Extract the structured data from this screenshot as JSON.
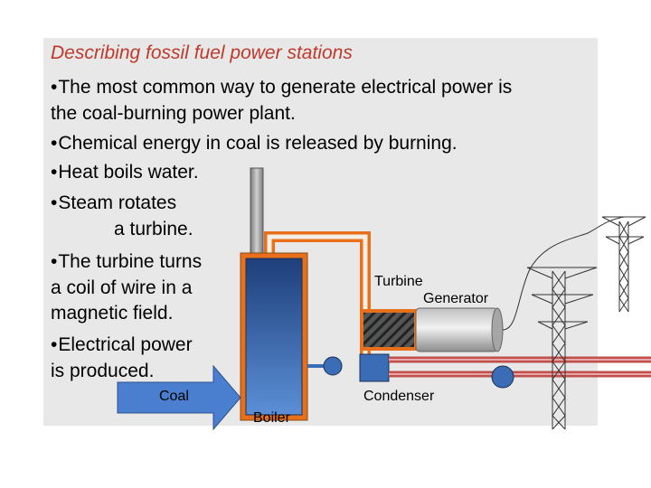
{
  "heading": "Describing fossil fuel power stations",
  "bullet_glyph": "•",
  "bullets": [
    {
      "lines": [
        "The most common way to generate electrical power is",
        "the coal-burning power plant."
      ]
    },
    {
      "lines": [
        "Chemical energy in coal is released by burning."
      ]
    },
    {
      "lines": [
        "Heat boils water."
      ]
    },
    {
      "lines": [
        "Steam rotates",
        "a turbine."
      ]
    },
    {
      "lines": [
        "The turbine turns",
        "a coil of wire in a",
        "magnetic field."
      ]
    },
    {
      "lines": [
        "Electrical power",
        "is produced."
      ]
    }
  ],
  "labels": {
    "coal": "Coal",
    "boiler": "Boiler",
    "turbine": "Turbine",
    "generator": "Generator",
    "condenser": "Condenser"
  },
  "colors": {
    "title": "#c0392b",
    "panel": "#e8e8e8",
    "boiler_fill": "#3a6db5",
    "steam_pipe": "#e8701a",
    "coal_arrow": "#4a7fd0",
    "condenser_pipe": "#c0504d",
    "pump": "#3a6db5",
    "tower": "#333333"
  },
  "icons": [
    "coal-arrow-icon",
    "boiler-icon",
    "smokestack-icon",
    "turbine-icon",
    "generator-icon",
    "condenser-icon",
    "pump-icon",
    "transmission-tower-icon"
  ]
}
